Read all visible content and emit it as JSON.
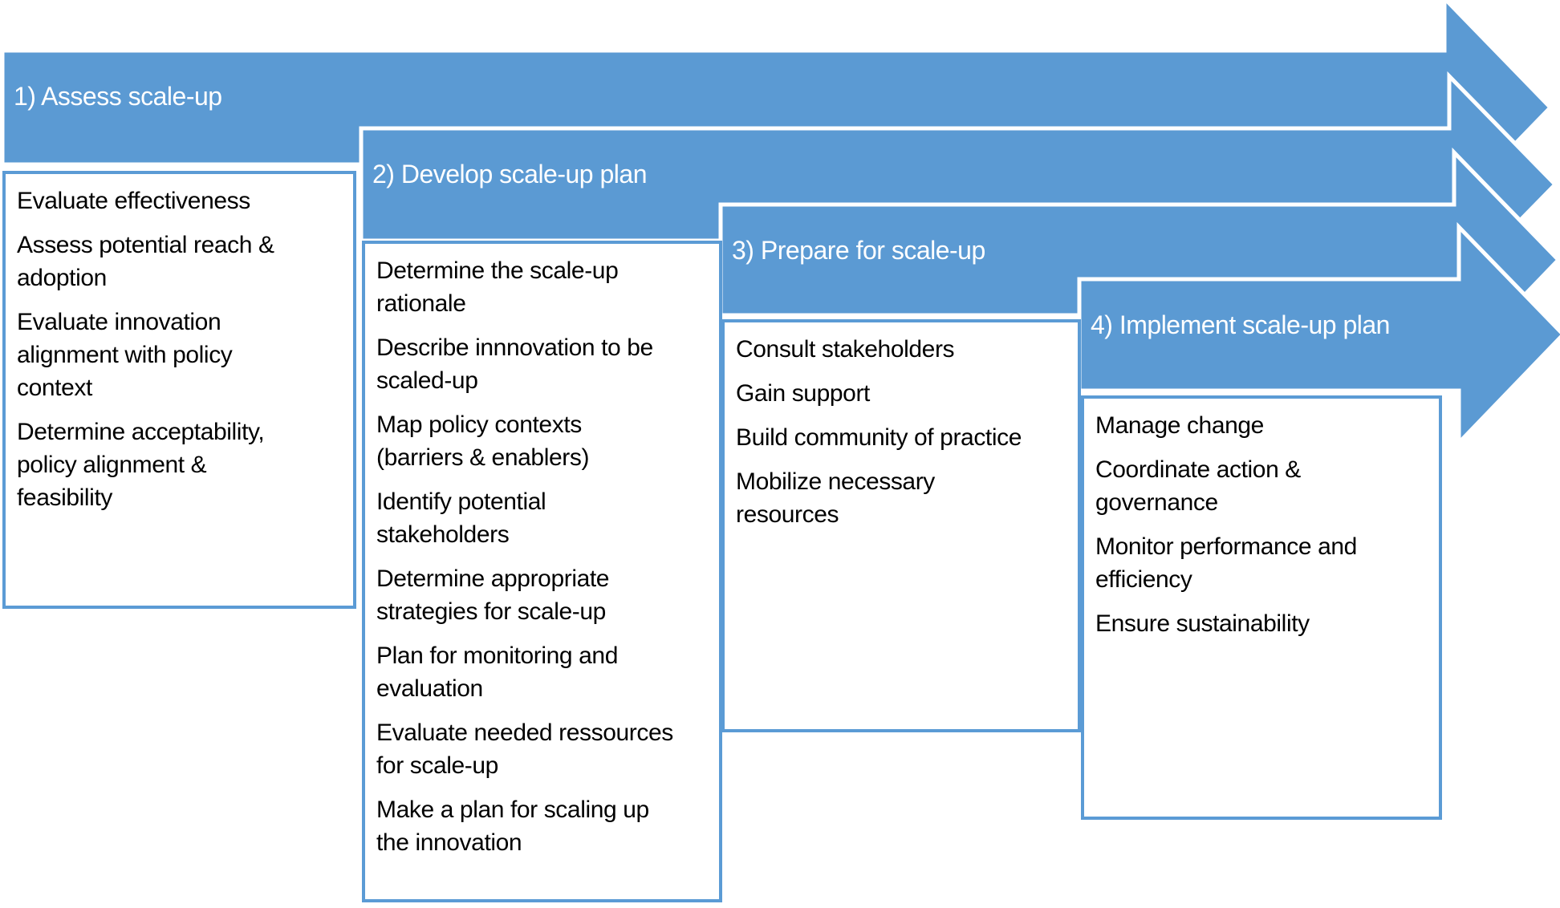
{
  "diagram": {
    "type": "process-arrow-flow",
    "phases": [
      {
        "title": "1) Assess scale-up",
        "items": [
          "Evaluate effectiveness",
          "Assess potential reach &\nadoption",
          "Evaluate innovation\nalignment with policy\ncontext",
          "Determine acceptability,\npolicy alignment &\nfeasibility"
        ]
      },
      {
        "title": "2) Develop scale-up plan",
        "items": [
          "Determine the scale-up\nrationale",
          "Describe innnovation to be\nscaled-up",
          "Map policy contexts\n(barriers & enablers)",
          "Identify potential\nstakeholders",
          "Determine appropriate\nstrategies for scale-up",
          "Plan for monitoring and\nevaluation",
          "Evaluate needed ressources\nfor scale-up",
          "Make a plan for scaling up\nthe innovation"
        ]
      },
      {
        "title": "3) Prepare for scale-up",
        "items": [
          "Consult stakeholders",
          "Gain support",
          "Build community of practice",
          "Mobilize necessary\nresources"
        ]
      },
      {
        "title": "4) Implement scale-up plan",
        "items": [
          "Manage change",
          "Coordinate action &\ngovernance",
          "Monitor performance and\nefficiency",
          "Ensure sustainability"
        ]
      }
    ],
    "colors": {
      "arrow_fill": "#5b9ad3",
      "arrow_outline": "#ffffff",
      "box_border": "#5b9bd5",
      "box_background": "#ffffff",
      "banner_text": "#ffffff",
      "item_text": "#000000"
    }
  }
}
